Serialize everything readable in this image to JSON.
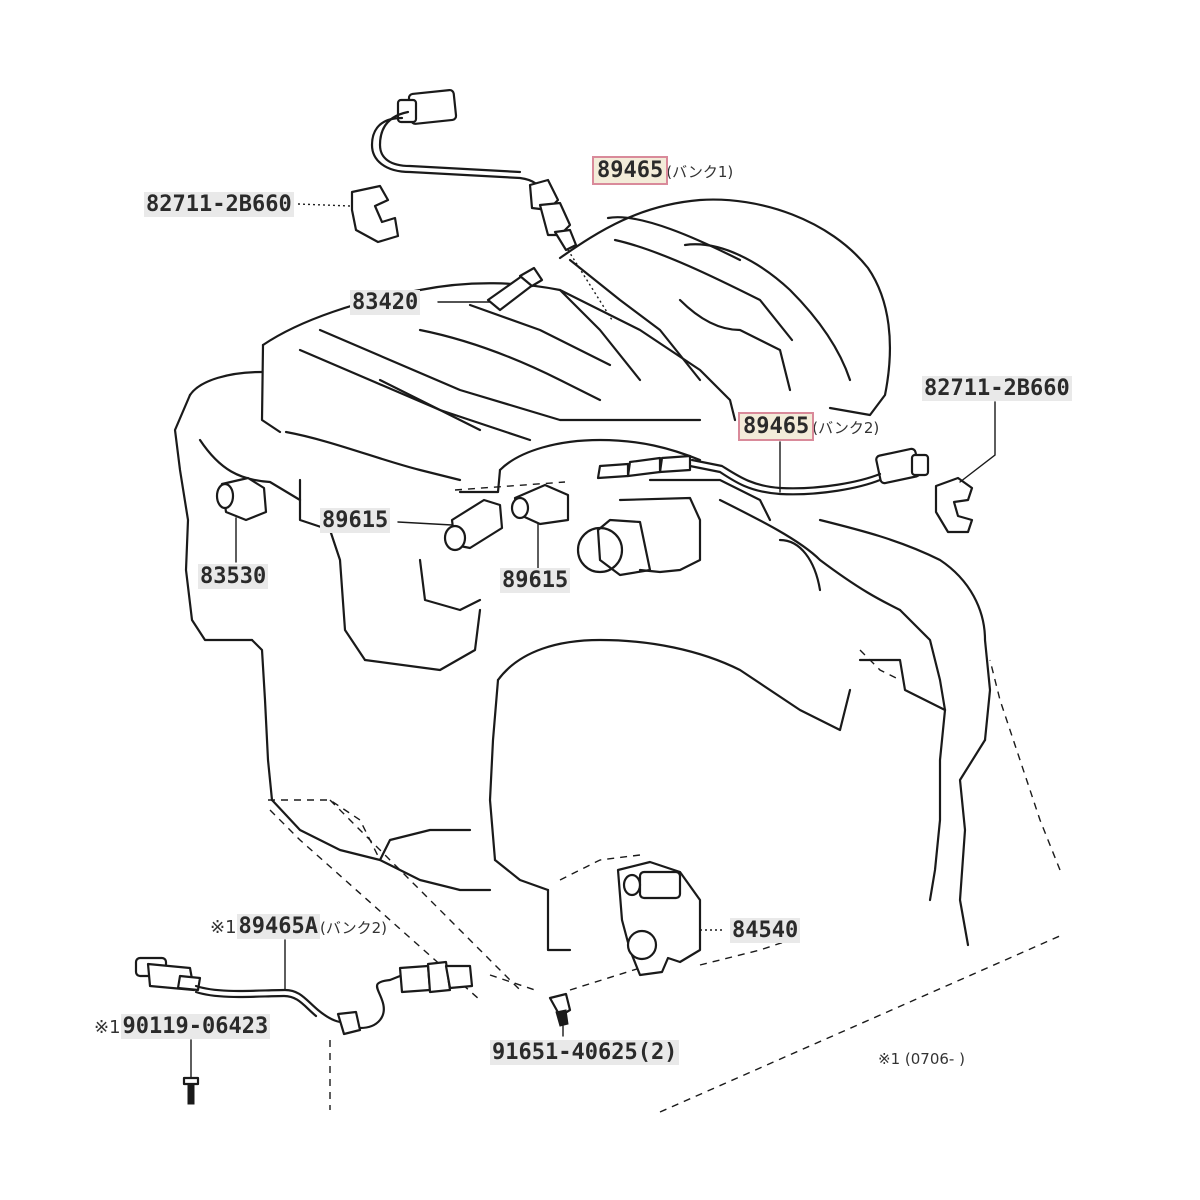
{
  "labels": {
    "o2_bank1": {
      "code": "89465",
      "note": "(バンク1)"
    },
    "bracket_top": {
      "code": "82711-2B660"
    },
    "spark_plug": {
      "code": "83420"
    },
    "bracket_right": {
      "code": "82711-2B660"
    },
    "o2_bank2": {
      "code": "89465",
      "note": "(バンク2)"
    },
    "knock_left": {
      "code": "89615"
    },
    "knock_right": {
      "code": "89615"
    },
    "oil_sensor": {
      "code": "83530"
    },
    "cam_sensor": {
      "code": "84540"
    },
    "o2_lower": {
      "mark": "※1",
      "code": "89465A",
      "note": "(バンク2)"
    },
    "bolt": {
      "mark": "※1",
      "code": "90119-06423"
    },
    "screw": {
      "code": "91651-40625(2)"
    }
  },
  "footnote": "※1 (0706-        )",
  "colors": {
    "line": "#1a1a1a",
    "highlight_border": "#d98a9a",
    "highlight_fill": "#f3ecd9",
    "label_bg": "#e9e9e9"
  }
}
